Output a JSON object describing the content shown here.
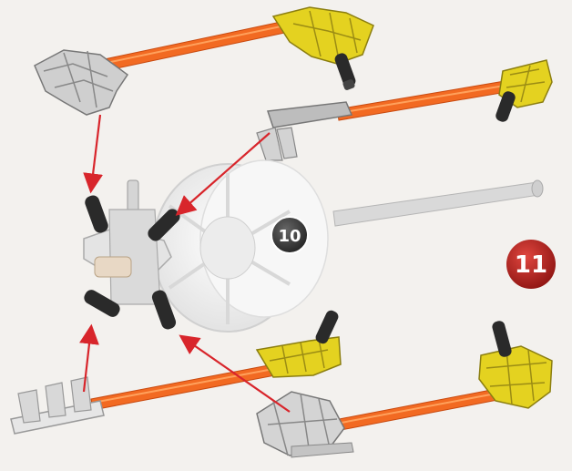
{
  "steps": {
    "current": "10",
    "next": "11"
  },
  "colors": {
    "rod": "#f26a22",
    "rod_highlight": "#ffa15c",
    "connector_gray": "#c9c9c9",
    "connector_yellow": "#e4d220",
    "arrow": "#d8252b",
    "peg": "#2a2a2a",
    "badge_current": "#3a3a3a",
    "badge_next": "#b3221f"
  },
  "icons": [
    "rod",
    "gray-connector",
    "yellow-connector",
    "black-peg",
    "wheel-hub",
    "axle",
    "arrow"
  ]
}
